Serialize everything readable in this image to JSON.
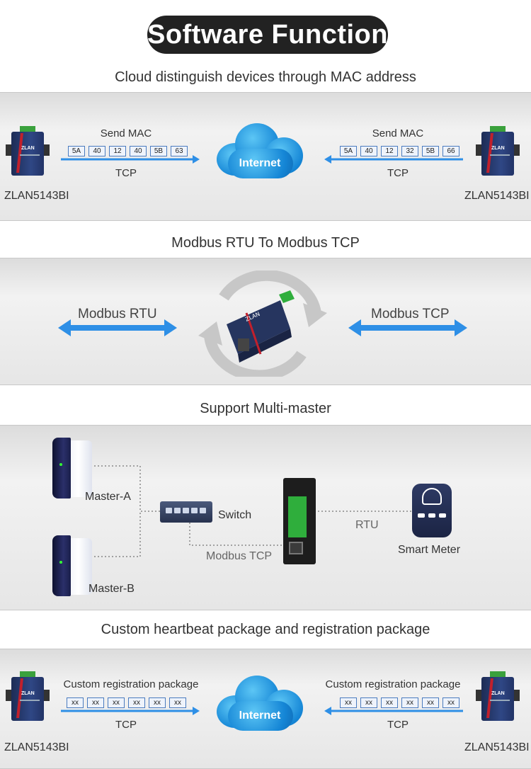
{
  "title": "Software Function",
  "sections": {
    "mac": {
      "heading": "Cloud distinguish devices through MAC address",
      "left_label": "Send MAC",
      "left_chips": [
        "5A",
        "40",
        "12",
        "40",
        "5B",
        "63"
      ],
      "right_label": "Send MAC",
      "right_chips": [
        "5A",
        "40",
        "12",
        "32",
        "5B",
        "66"
      ],
      "left_proto": "TCP",
      "right_proto": "TCP",
      "cloud_label": "Internet",
      "left_device": "ZLAN5143BI",
      "right_device": "ZLAN5143BI"
    },
    "modbus": {
      "heading": "Modbus RTU To Modbus TCP",
      "left_label": "Modbus RTU",
      "right_label": "Modbus TCP"
    },
    "multi": {
      "heading": "Support Multi-master",
      "master_a": "Master-A",
      "master_b": "Master-B",
      "switch": "Switch",
      "modbus_tcp": "Modbus TCP",
      "rtu": "RTU",
      "meter": "Smart Meter"
    },
    "heartbeat": {
      "heading": "Custom heartbeat package and registration package",
      "left_label": "Custom registration package",
      "right_label": "Custom registration package",
      "left_chips": [
        "xx",
        "xx",
        "xx",
        "xx",
        "xx",
        "xx"
      ],
      "right_chips": [
        "xx",
        "xx",
        "xx",
        "xx",
        "xx",
        "xx"
      ],
      "left_proto": "TCP",
      "right_proto": "TCP",
      "cloud_label": "Internet",
      "left_device": "ZLAN5143BI",
      "right_device": "ZLAN5143BI"
    }
  },
  "colors": {
    "accent": "#2a8fd8",
    "arrow": "#2e8fe6",
    "title_bg": "#222222"
  }
}
